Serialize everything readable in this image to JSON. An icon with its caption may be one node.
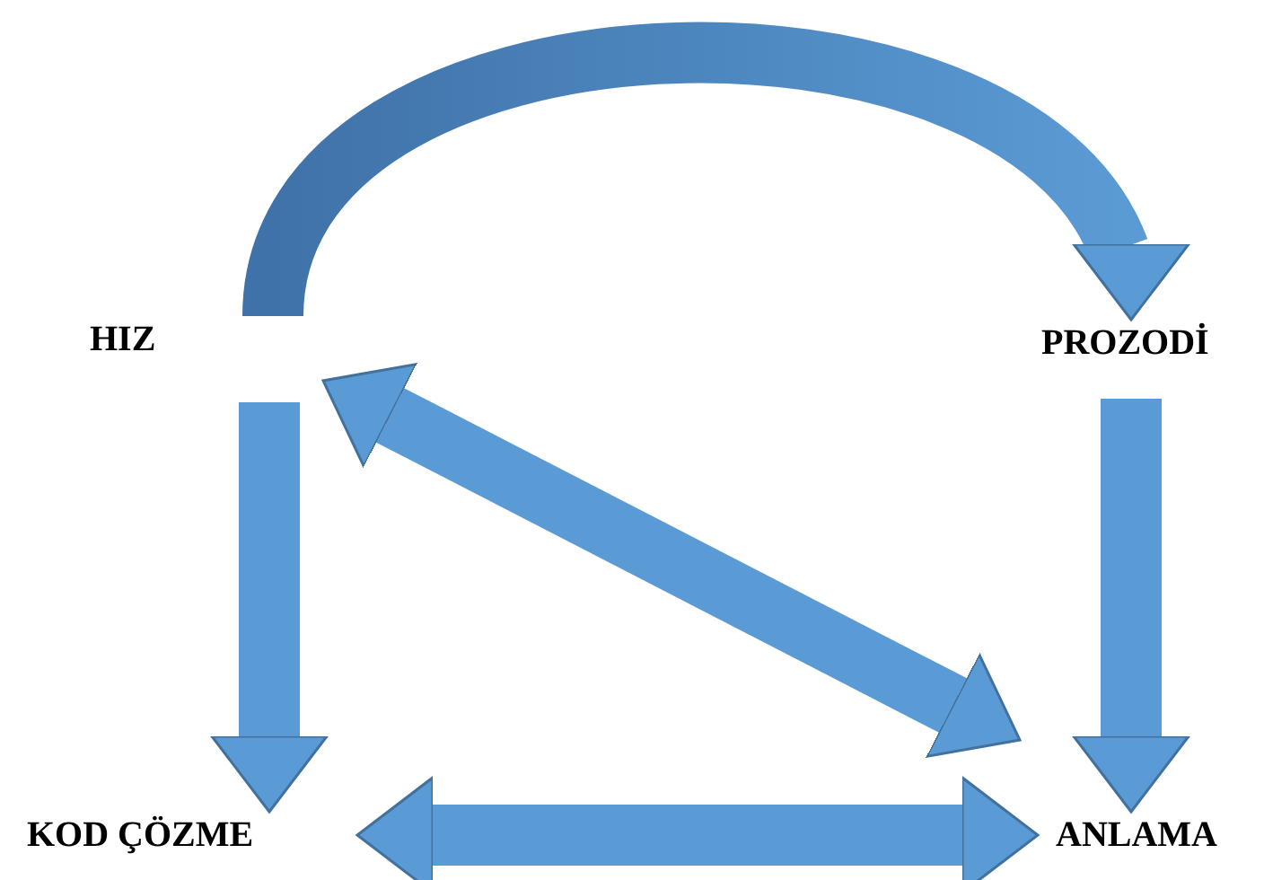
{
  "diagram": {
    "nodes": [
      {
        "text": [
          "HIZ"
        ]
      },
      {
        "text": [
          "PROZODİ"
        ]
      },
      {
        "text": [
          "KOD ÇÖZME"
        ]
      },
      {
        "text": [
          "ANLAMA"
        ]
      }
    ],
    "edges": [
      {
        "from": 0,
        "to": 1,
        "arrow": "to"
      },
      {
        "from": 0,
        "to": 2,
        "arrow": "to"
      },
      {
        "from": 1,
        "to": 3,
        "arrow": "to"
      },
      {
        "from": 0,
        "to": 3,
        "arrow": "both"
      },
      {
        "from": 2,
        "to": 3,
        "arrow": "both"
      }
    ]
  }
}
